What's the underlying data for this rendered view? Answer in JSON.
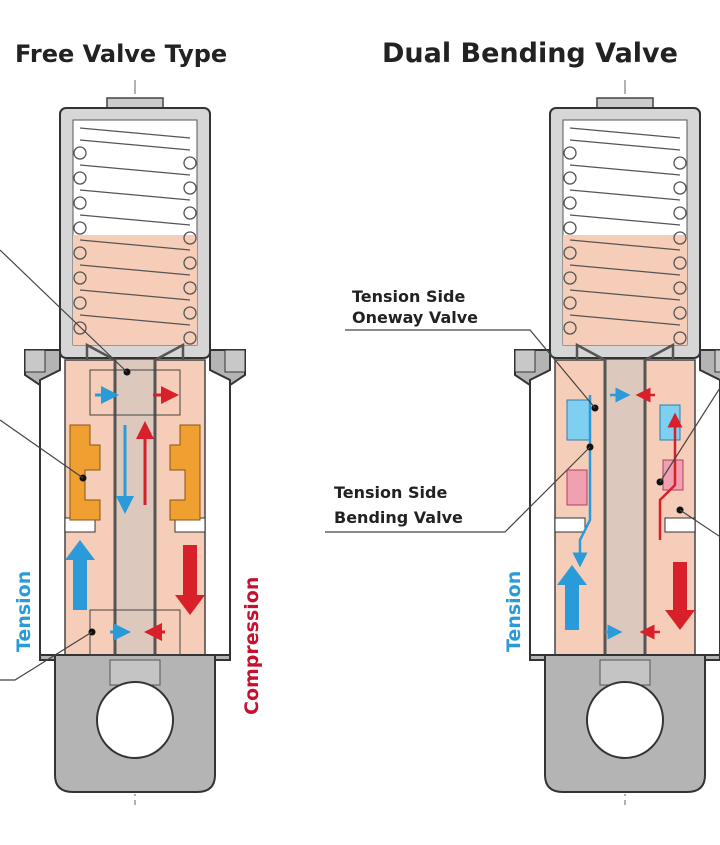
{
  "titles": {
    "left": "Free Valve Type",
    "right": "Dual Bending Valve"
  },
  "left_diagram": {
    "tension_label": "Tension",
    "compression_label": "Compression"
  },
  "right_diagram": {
    "tension_label": "Tension",
    "oneway_label_line1": "Tension Side",
    "oneway_label_line2": "Oneway Valve",
    "bending_label_line1": "Tension Side",
    "bending_label_line2": "Bending Valve"
  },
  "colors": {
    "tension": "#2a9ad8",
    "compression": "#d8202a",
    "fluid": "#f6cdb8",
    "body": "#b4b4b4",
    "free_valve": "#f0a030",
    "oneway_valve": "#7fd0f0",
    "bending_valve": "#f0a0b0"
  }
}
